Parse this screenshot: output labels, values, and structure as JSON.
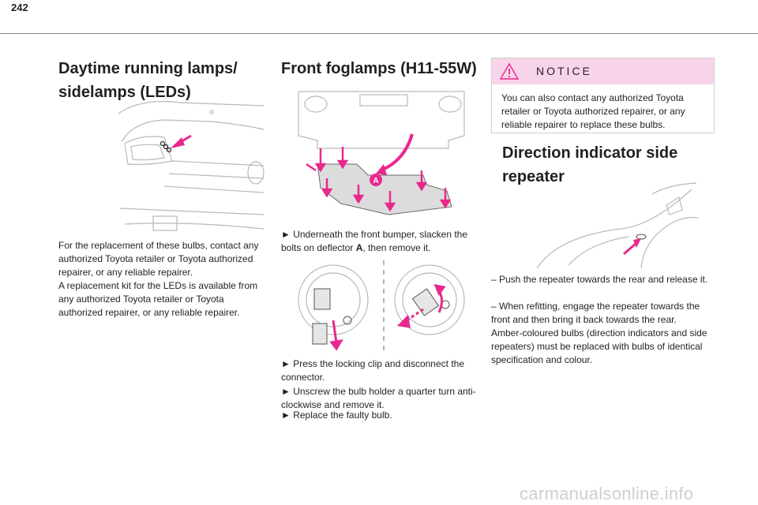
{
  "page_number": "242",
  "col1": {
    "heading_line1": "Daytime running lamps/",
    "heading_line2": "sidelamps (LEDs)",
    "p1": "For the replacement of these bulbs, contact any authorized Toyota retailer or Toyota authorized repairer, or any reliable repairer.",
    "p2": "A replacement kit for the LEDs is available from any authorized Toyota retailer or Toyota authorized repairer, or any reliable repairer."
  },
  "col2": {
    "heading": "Front foglamps (H11-55W)",
    "callout_label": "A",
    "step1_prefix": "► Underneath the front bumper, slacken the bolts on deflector ",
    "step1_bold": "A",
    "step1_suffix": ", then remove it.",
    "step2": "► Press the locking clip and disconnect the connector.",
    "step3": "► Unscrew the bulb holder a quarter turn anti-clockwise and remove it.",
    "step4": "► Replace the faulty bulb."
  },
  "col3": {
    "notice_title": "NOTICE",
    "notice_text": "You can also contact any authorized Toyota retailer or Toyota authorized repairer, or any reliable repairer to replace these bulbs.",
    "heading_line1": "Direction indicator side",
    "heading_line2": "repeater",
    "l1": "– Push the repeater towards the rear and release it.",
    "l2": "– When refitting, engage the repeater towards the front and then bring it back towards the rear.",
    "l3": "Amber-coloured bulbs (direction indicators and side repeaters) must be replaced with bulbs of identical specification and colour."
  },
  "footer": "carmanualsonline.info",
  "colors": {
    "accent": "#e8288c",
    "notice_bg": "#f8d4ea",
    "line_art": "#b9b9b9"
  }
}
